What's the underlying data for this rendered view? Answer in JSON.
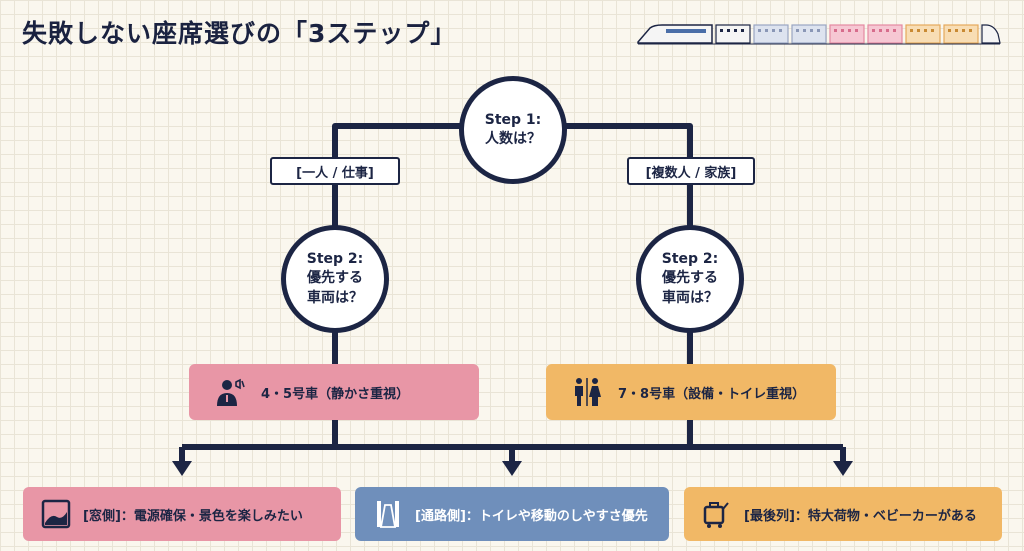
{
  "title": "失敗しない座席選びの「3ステップ」",
  "colors": {
    "navy": "#1c2544",
    "pink": "#e896a6",
    "orange": "#f1b866",
    "blue": "#6f8fbb"
  },
  "step1": {
    "label": "Step 1:",
    "question": "人数は？"
  },
  "branch_left": {
    "tag": "[一人 / 仕事]"
  },
  "branch_right": {
    "tag": "[複数人 / 家族]"
  },
  "step2_left": {
    "label": "Step 2:",
    "line1": "優先する",
    "line2": "車両は？"
  },
  "step2_right": {
    "label": "Step 2:",
    "line1": "優先する",
    "line2": "車両は？"
  },
  "rec_left": {
    "text": "4・5号車（静かさ重視）",
    "icon": "quiet-person-icon"
  },
  "rec_right": {
    "text": "7・8号車（設備・トイレ重視）",
    "icon": "restroom-icon"
  },
  "options": [
    {
      "text": "[窓側]：電源確保・景色を楽しみたい",
      "icon": "window-icon"
    },
    {
      "text": "[通路側]：トイレや移動のしやすさ優先",
      "icon": "aisle-icon"
    },
    {
      "text": "[最後列]：特大荷物・ベビーカーがある",
      "icon": "luggage-icon"
    }
  ]
}
